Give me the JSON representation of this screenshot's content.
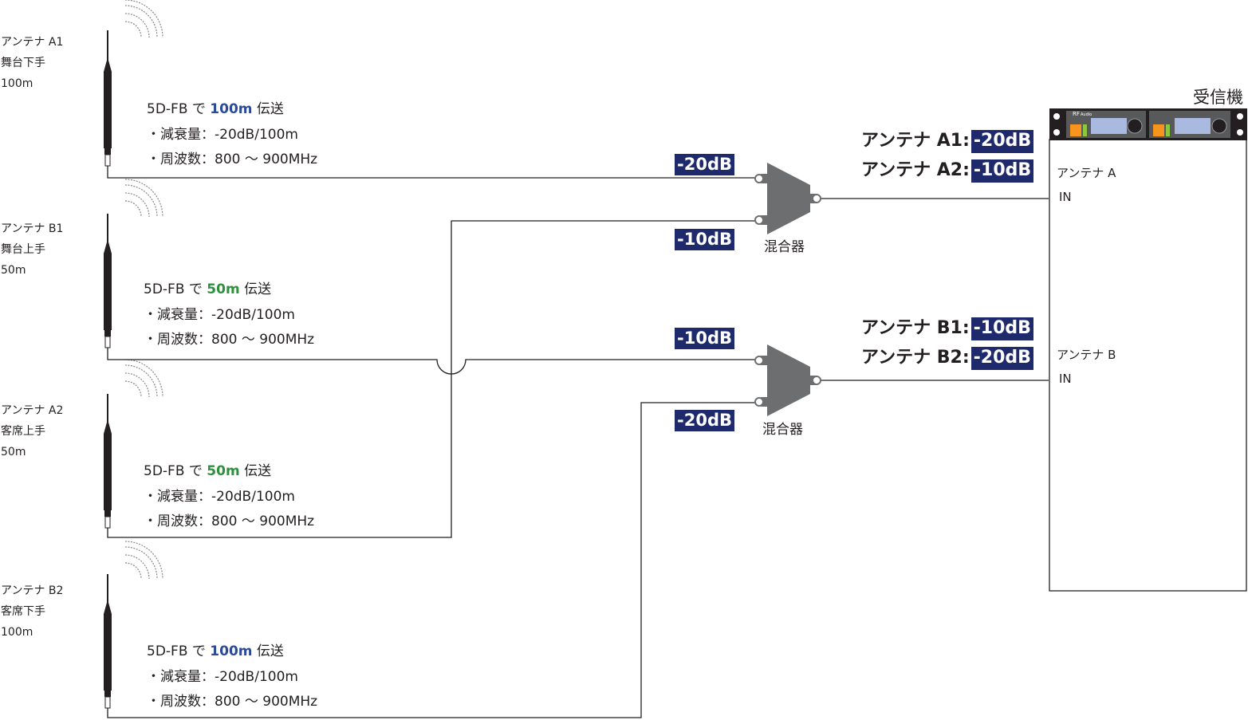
{
  "colors": {
    "badge_bg": "#1e2a6b",
    "length_100m": "#2a4a9a",
    "length_50m": "#2e8f3c",
    "wire": "#231f20",
    "mixer": "#6d6e70"
  },
  "antennas": [
    {
      "name": "アンテナ A1",
      "position": "舞台下手",
      "length": "100m"
    },
    {
      "name": "アンテナ B1",
      "position": "舞台上手",
      "length": "50m"
    },
    {
      "name": "アンテナ A2",
      "position": "客席上手",
      "length": "50m"
    },
    {
      "name": "アンテナ B2",
      "position": "客席下手",
      "length": "100m"
    }
  ],
  "cables": [
    {
      "prefix": "5D-FB で ",
      "length": "100m",
      "suffix": " 伝送",
      "attenuation": "・減衰量：-20dB/100m",
      "frequency": "・周波数：800 ～ 900MHz"
    },
    {
      "prefix": "5D-FB で ",
      "length": "50m",
      "suffix": " 伝送",
      "attenuation": "・減衰量：-20dB/100m",
      "frequency": "・周波数：800 ～ 900MHz"
    },
    {
      "prefix": "5D-FB で ",
      "length": "50m",
      "suffix": " 伝送",
      "attenuation": "・減衰量：-20dB/100m",
      "frequency": "・周波数：800 ～ 900MHz"
    },
    {
      "prefix": "5D-FB で ",
      "length": "100m",
      "suffix": " 伝送",
      "attenuation": "・減衰量：-20dB/100m",
      "frequency": "・周波数：800 ～ 900MHz"
    }
  ],
  "badges": {
    "mixer_a_top": "-20dB",
    "mixer_a_bottom": "-10dB",
    "mixer_b_top": "-10dB",
    "mixer_b_bottom": "-20dB"
  },
  "mixer_label": "混合器",
  "summary": {
    "a1_label": "アンテナ A1:",
    "a1_value": "-20dB",
    "a2_label": "アンテナ A2:",
    "a2_value": "-10dB",
    "b1_label": "アンテナ B1:",
    "b1_value": "-10dB",
    "b2_label": "アンテナ B2:",
    "b2_value": "-20dB"
  },
  "receiver": {
    "title": "受信機",
    "port_a_name": "アンテナ A",
    "port_a_in": "IN",
    "port_b_name": "アンテナ B",
    "port_b_in": "IN",
    "panel_rf": "RF",
    "panel_audio": "Audio"
  }
}
